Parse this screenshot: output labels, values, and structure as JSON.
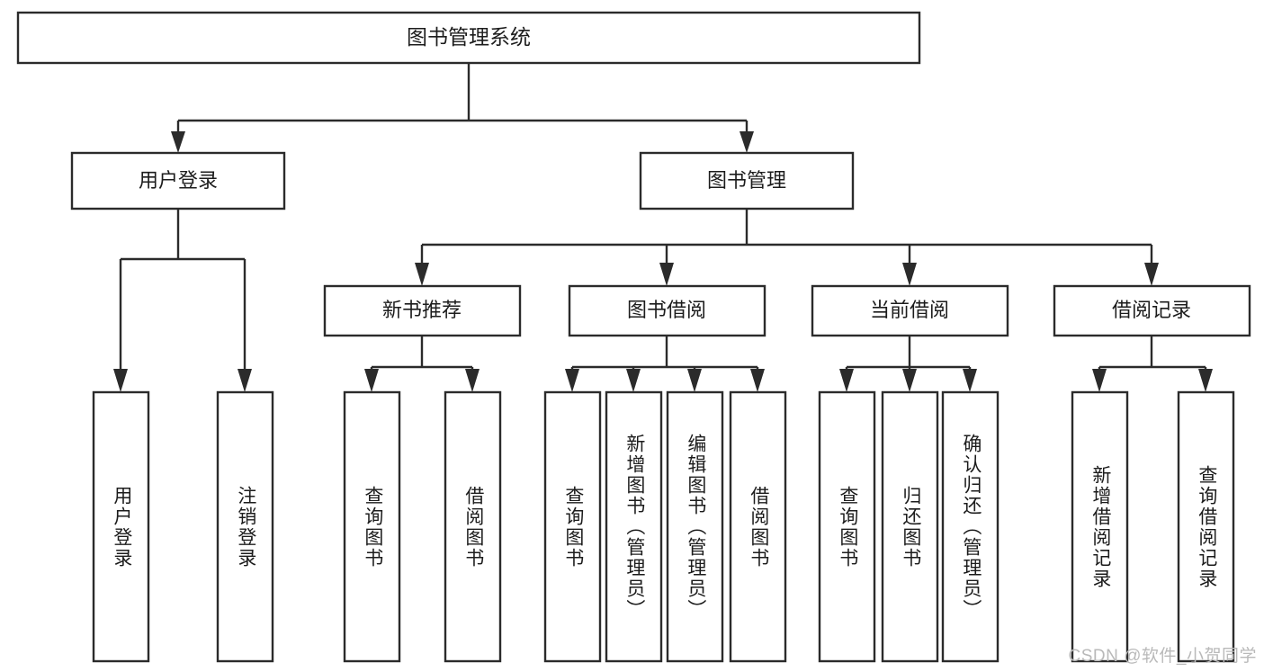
{
  "diagram": {
    "title": "图书管理系统",
    "watermark": "CSDN @软件_小贺同学",
    "colors": {
      "stroke": "#2b2b2b",
      "fill": "#ffffff",
      "text": "#1c1c1c",
      "watermark": "#b9b9b9"
    },
    "root": {
      "label": "图书管理系统"
    },
    "level2": [
      {
        "label": "用户登录"
      },
      {
        "label": "图书管理"
      }
    ],
    "level3": [
      {
        "label": "新书推荐"
      },
      {
        "label": "图书借阅"
      },
      {
        "label": "当前借阅"
      },
      {
        "label": "借阅记录"
      }
    ],
    "leaves": {
      "user_login": [
        {
          "label": "用户登录"
        },
        {
          "label": "注销登录"
        }
      ],
      "new_book_recommend": [
        {
          "label": "查询图书"
        },
        {
          "label": "借阅图书"
        }
      ],
      "book_borrow": [
        {
          "label": "查询图书"
        },
        {
          "label": "新增图书（管理员）"
        },
        {
          "label": "编辑图书（管理员）"
        },
        {
          "label": "借阅图书"
        }
      ],
      "current_borrow": [
        {
          "label": "查询图书"
        },
        {
          "label": "归还图书"
        },
        {
          "label": "确认归还（管理员）"
        }
      ],
      "borrow_record": [
        {
          "label": "新增借阅记录"
        },
        {
          "label": "查询借阅记录"
        }
      ]
    }
  }
}
